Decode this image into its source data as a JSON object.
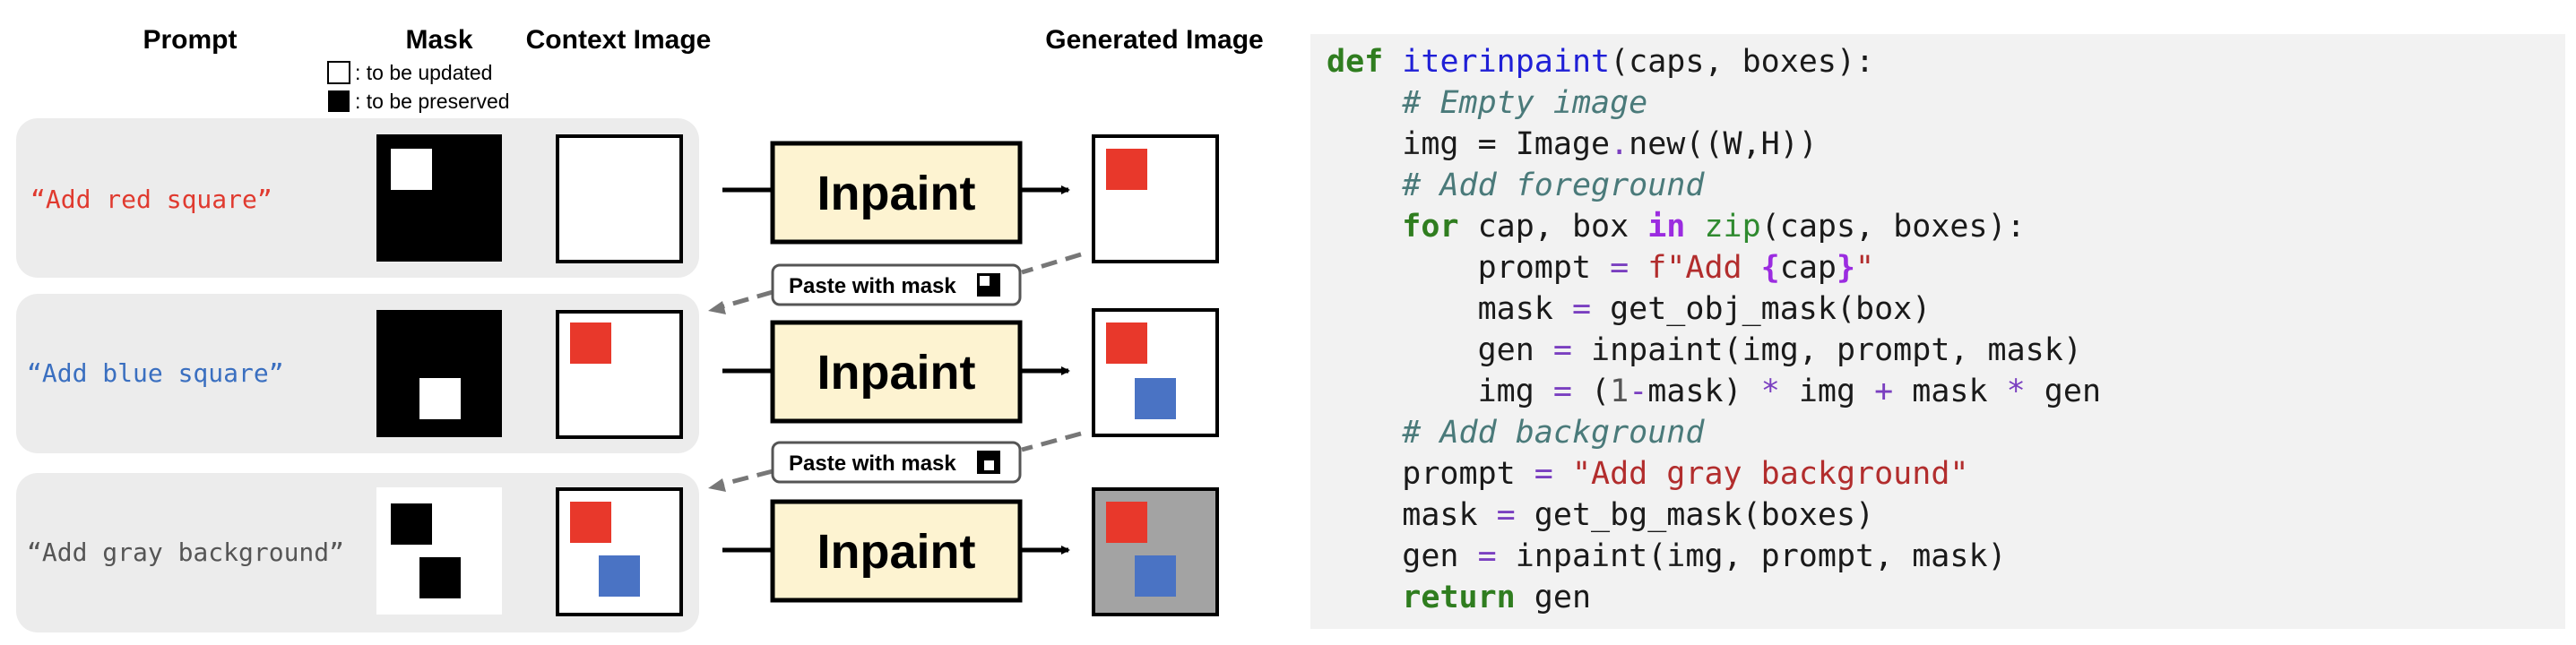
{
  "headers": {
    "prompt": "Prompt",
    "mask": "Mask",
    "context": "Context Image",
    "generated": "Generated Image"
  },
  "legend": {
    "updated": ": to be updated",
    "preserved": ": to be preserved"
  },
  "rows": [
    {
      "prompt": "“Add red square”",
      "color": "#e03a2f"
    },
    {
      "prompt": "“Add blue square”",
      "color": "#3a6fc0"
    },
    {
      "prompt": "“Add gray background”",
      "color": "#555555"
    }
  ],
  "inpaint_label": "Inpaint",
  "paste_label": "Paste with mask",
  "colors": {
    "red": "#e8382b",
    "blue": "#4a73c4",
    "gray_bg": "#a3a3a3",
    "inpaint_fill": "#fdf3d1",
    "row_bg": "#ececec",
    "code_bg": "#f2f2f2"
  },
  "code": [
    [
      [
        "kw",
        "def"
      ],
      [
        "t",
        " "
      ],
      [
        "fn",
        "iterinpaint"
      ],
      [
        "t",
        "(caps, boxes):"
      ]
    ],
    [
      [
        "t",
        "    "
      ],
      [
        "cm",
        "# Empty image"
      ]
    ],
    [
      [
        "t",
        "    img = Image"
      ],
      [
        "op",
        "."
      ],
      [
        "t",
        "new((W,H))"
      ]
    ],
    [
      [
        "t",
        "    "
      ],
      [
        "cm",
        "# Add foreground"
      ]
    ],
    [
      [
        "t",
        "    "
      ],
      [
        "kw",
        "for"
      ],
      [
        "t",
        " cap, box "
      ],
      [
        "in",
        "in"
      ],
      [
        "t",
        " "
      ],
      [
        "bi",
        "zip"
      ],
      [
        "t",
        "(caps, boxes):"
      ]
    ],
    [
      [
        "t",
        "        prompt "
      ],
      [
        "op",
        "="
      ],
      [
        "t",
        " "
      ],
      [
        "str",
        "f\"Add "
      ],
      [
        "in",
        "{"
      ],
      [
        "t",
        "cap"
      ],
      [
        "in",
        "}"
      ],
      [
        "str",
        "\""
      ]
    ],
    [
      [
        "t",
        "        mask "
      ],
      [
        "op",
        "="
      ],
      [
        "t",
        " get_obj_mask(box)"
      ]
    ],
    [
      [
        "t",
        "        gen "
      ],
      [
        "op",
        "="
      ],
      [
        "t",
        " inpaint(img, prompt, mask)"
      ]
    ],
    [
      [
        "t",
        "        img "
      ],
      [
        "op",
        "="
      ],
      [
        "t",
        " ("
      ],
      [
        "num",
        "1"
      ],
      [
        "op",
        "-"
      ],
      [
        "t",
        "mask) "
      ],
      [
        "op",
        "*"
      ],
      [
        "t",
        " img "
      ],
      [
        "op",
        "+"
      ],
      [
        "t",
        " mask "
      ],
      [
        "op",
        "*"
      ],
      [
        "t",
        " gen"
      ]
    ],
    [
      [
        "t",
        "    "
      ],
      [
        "cm",
        "# Add background"
      ]
    ],
    [
      [
        "t",
        "    prompt "
      ],
      [
        "op",
        "="
      ],
      [
        "t",
        " "
      ],
      [
        "str",
        "\"Add gray background\""
      ]
    ],
    [
      [
        "t",
        "    mask "
      ],
      [
        "op",
        "="
      ],
      [
        "t",
        " get_bg_mask(boxes)"
      ]
    ],
    [
      [
        "t",
        "    gen "
      ],
      [
        "op",
        "="
      ],
      [
        "t",
        " inpaint(img, prompt, mask)"
      ]
    ],
    [
      [
        "t",
        "    "
      ],
      [
        "kw",
        "return"
      ],
      [
        "t",
        " gen"
      ]
    ]
  ]
}
